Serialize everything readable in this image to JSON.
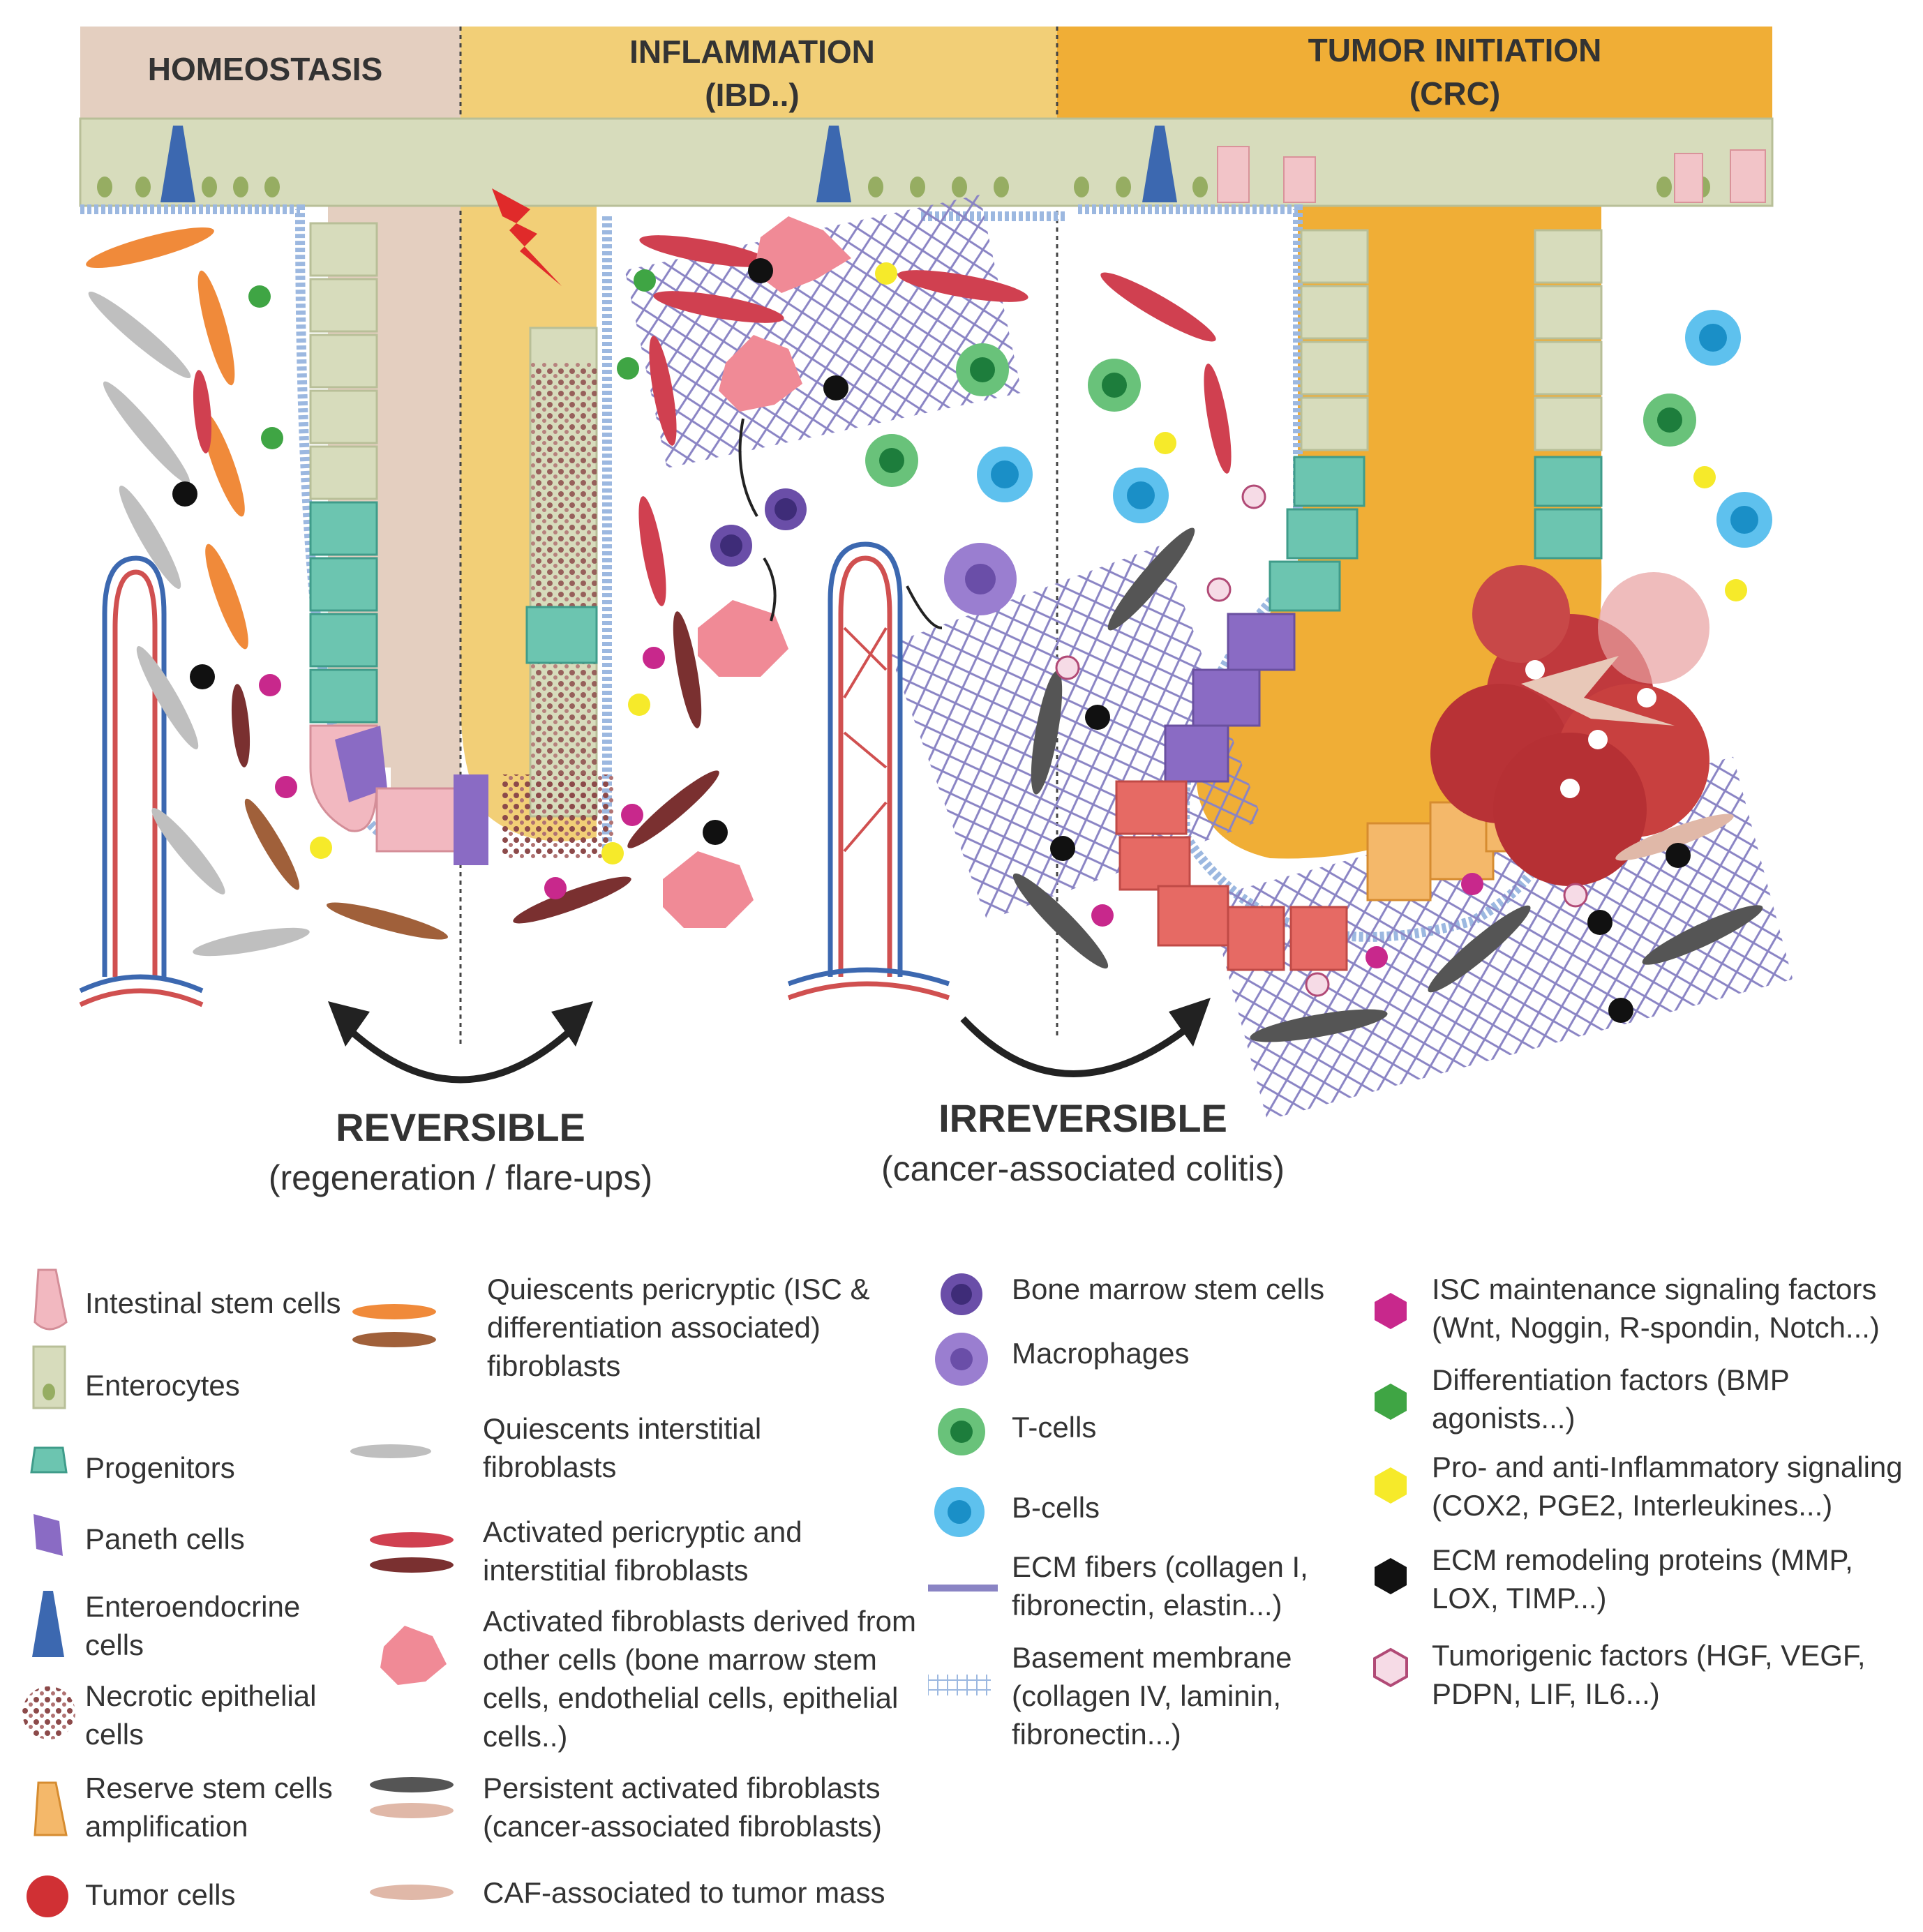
{
  "panels": {
    "homeostasis": {
      "title": "HOMEOSTASIS",
      "bg": "#e4cfc0"
    },
    "inflammation": {
      "title_line1": "INFLAMMATION",
      "title_line2": "(IBD..)",
      "bg": "#f2cf77"
    },
    "tumor": {
      "title_line1": "TUMOR INITIATION",
      "title_line2": "(CRC)",
      "bg": "#f0ae36"
    }
  },
  "transitions": {
    "reversible": {
      "label": "REVERSIBLE",
      "caption": "(regeneration / flare-ups)"
    },
    "irreversible": {
      "label": "IRREVERSIBLE",
      "caption": "(cancer-associated colitis)"
    }
  },
  "legend": {
    "col1": [
      {
        "line1": "Intestinal stem cells",
        "line2": "",
        "icon": "intestinal-stem-cell-icon"
      },
      {
        "line1": "Enterocytes",
        "line2": "",
        "icon": "enterocyte-icon"
      },
      {
        "line1": "Progenitors",
        "line2": "",
        "icon": "progenitor-icon"
      },
      {
        "line1": "Paneth cells",
        "line2": "",
        "icon": "paneth-cell-icon"
      },
      {
        "line1": "Enteroendocrine",
        "line2": "cells",
        "icon": "enteroendocrine-cell-icon"
      },
      {
        "line1": "Necrotic epithelial",
        "line2": "cells",
        "icon": "necrotic-cell-icon"
      },
      {
        "line1": "Reserve stem cells",
        "line2": "amplification",
        "icon": "reserve-stem-cell-icon"
      },
      {
        "line1": "Tumor cells",
        "line2": "",
        "icon": "tumor-cell-icon"
      }
    ],
    "col2": [
      {
        "lines": [
          "Quiescents pericryptic (ISC &",
          "differentiation associated)",
          "fibroblasts"
        ],
        "icon": "quiescent-pericryptic-fibroblast-icon"
      },
      {
        "lines": [
          "Quiescents interstitial",
          "fibroblasts"
        ],
        "icon": "quiescent-interstitial-fibroblast-icon"
      },
      {
        "lines": [
          "Activated pericryptic and",
          "interstitial fibroblasts"
        ],
        "icon": "activated-fibroblast-icon"
      },
      {
        "lines": [
          "Activated fibroblasts derived from",
          "other cells (bone marrow stem",
          "cells, endothelial cells, epithelial",
          "cells..)"
        ],
        "icon": "derived-activated-fibroblast-icon"
      },
      {
        "lines": [
          "Persistent activated fibroblasts",
          "(cancer-associated fibroblasts)"
        ],
        "icon": "caf-icon"
      },
      {
        "lines": [
          "CAF-associated to tumor mass"
        ],
        "icon": "caf-tumor-mass-icon"
      }
    ],
    "col3": [
      {
        "lines": [
          "Bone marrow stem cells"
        ],
        "icon": "bone-marrow-stem-cell-icon"
      },
      {
        "lines": [
          "Macrophages"
        ],
        "icon": "macrophage-icon"
      },
      {
        "lines": [
          "T-cells"
        ],
        "icon": "t-cell-icon"
      },
      {
        "lines": [
          "B-cells"
        ],
        "icon": "b-cell-icon"
      },
      {
        "lines": [
          "ECM fibers (collagen I,",
          "fibronectin, elastin...)"
        ],
        "icon": "ecm-fiber-icon"
      },
      {
        "lines": [
          "Basement membrane",
          "(collagen IV, laminin,",
          "fibronectin...)"
        ],
        "icon": "basement-membrane-icon"
      }
    ],
    "col4": [
      {
        "lines": [
          "ISC maintenance signaling factors",
          "(Wnt, Noggin, R-spondin, Notch...)"
        ],
        "color": "#c8288c",
        "icon": "isc-factor-icon"
      },
      {
        "lines": [
          "Differentiation factors (BMP",
          "agonists...)"
        ],
        "color": "#3fa544",
        "icon": "differentiation-factor-icon"
      },
      {
        "lines": [
          "Pro- and anti-Inflammatory signaling",
          "(COX2, PGE2, Interleukines...)"
        ],
        "color": "#f6ea2a",
        "icon": "inflammatory-factor-icon"
      },
      {
        "lines": [
          "ECM remodeling proteins (MMP,",
          "LOX, TIMP...)"
        ],
        "color": "#111111",
        "icon": "ecm-remodeling-protein-icon"
      },
      {
        "lines": [
          "Tumorigenic factors (HGF, VEGF,",
          "PDPN, LIF, IL6...)"
        ],
        "color": "#f6dbe6",
        "icon": "tumorigenic-factor-icon"
      }
    ]
  }
}
